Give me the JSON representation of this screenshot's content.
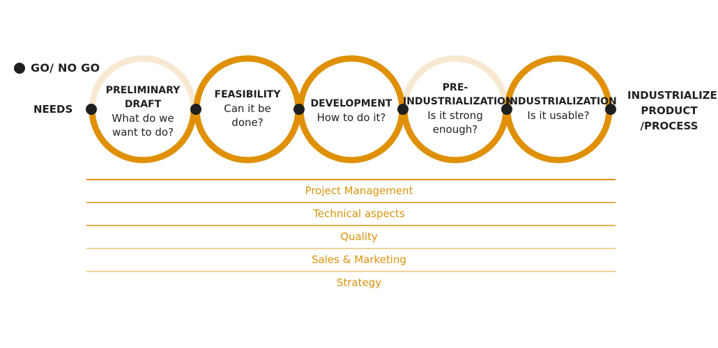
{
  "legend": {
    "label": "GO/ NO GO"
  },
  "start_label": "NEEDS",
  "end_label": [
    "INDUSTRIALIZED",
    "PRODUCT",
    "/PROCESS"
  ],
  "phases": [
    {
      "title": [
        "PRELIMINARY",
        "DRAFT"
      ],
      "question": [
        "What do we",
        "want to do?"
      ],
      "emphasis": "partial"
    },
    {
      "title": [
        "FEASIBILITY"
      ],
      "question": [
        "Can it be",
        "done?"
      ],
      "emphasis": "full"
    },
    {
      "title": [
        "DEVELOPMENT"
      ],
      "question": [
        "How to do it?"
      ],
      "emphasis": "full"
    },
    {
      "title": [
        "PRE-",
        "INDUSTRIALIZATION"
      ],
      "question": [
        "Is it strong",
        "enough?"
      ],
      "emphasis": "partial"
    },
    {
      "title": [
        "INDUSTRIALIZATION"
      ],
      "question": [
        "Is it usable?"
      ],
      "emphasis": "full"
    }
  ],
  "lanes": [
    "Project Management",
    "Technical aspects",
    "Quality",
    "Sales & Marketing",
    "Strategy"
  ],
  "colors": {
    "accent": "#df9005",
    "light": "#f8e8d2",
    "dot": "#1f1f1f",
    "lane_text": "#d9920b"
  }
}
